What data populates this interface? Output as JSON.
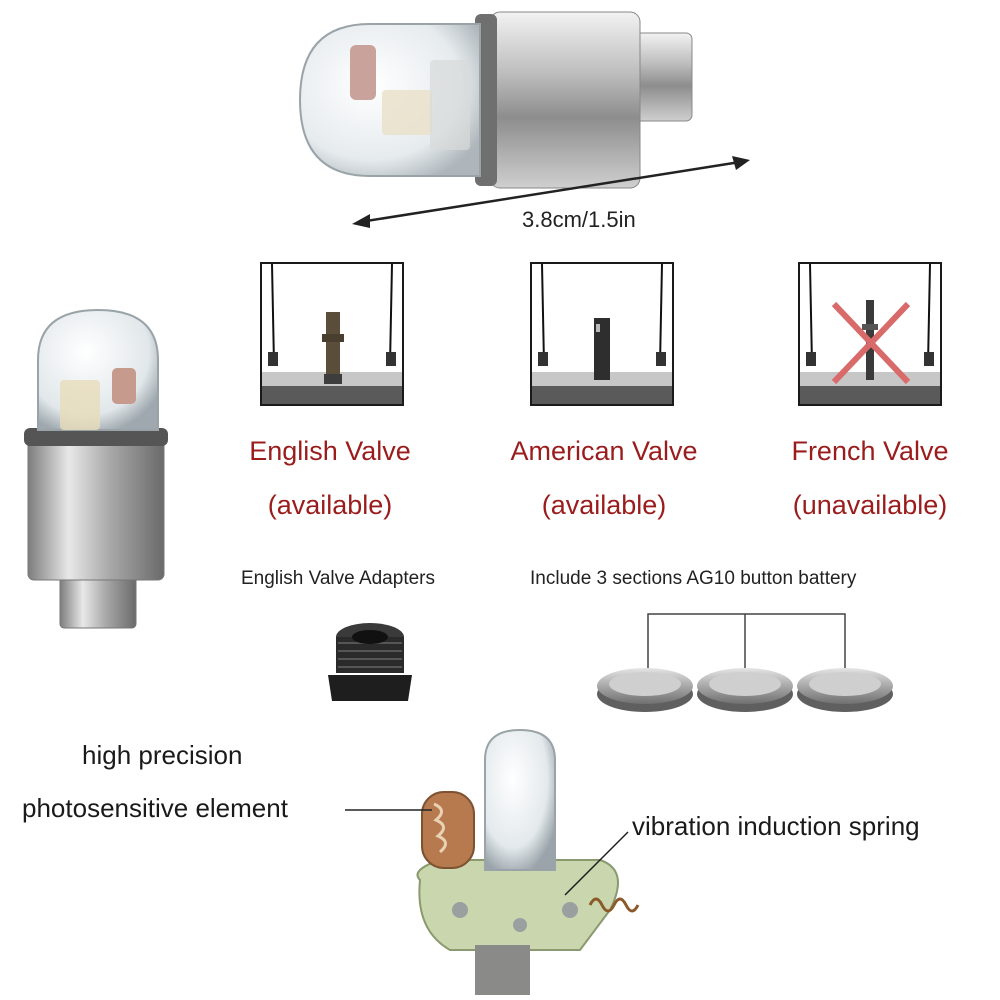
{
  "dimension": {
    "text": "3.8cm/1.5in"
  },
  "valves": [
    {
      "name": "English Valve",
      "status": "(available)"
    },
    {
      "name": "American Valve",
      "status": "(available)"
    },
    {
      "name": "French Valve",
      "status": "(unavailable)"
    }
  ],
  "adapters_label": "English Valve Adapters",
  "battery_label": "Include 3 sections AG10 button battery",
  "callouts": {
    "photosensitive_line1": "high precision",
    "photosensitive_line2": "photosensitive element",
    "spring": "vibration induction spring"
  },
  "colors": {
    "valve_text": "#9a1c1c",
    "cross": "#d86a6a",
    "metal": "#b9b9b9"
  }
}
